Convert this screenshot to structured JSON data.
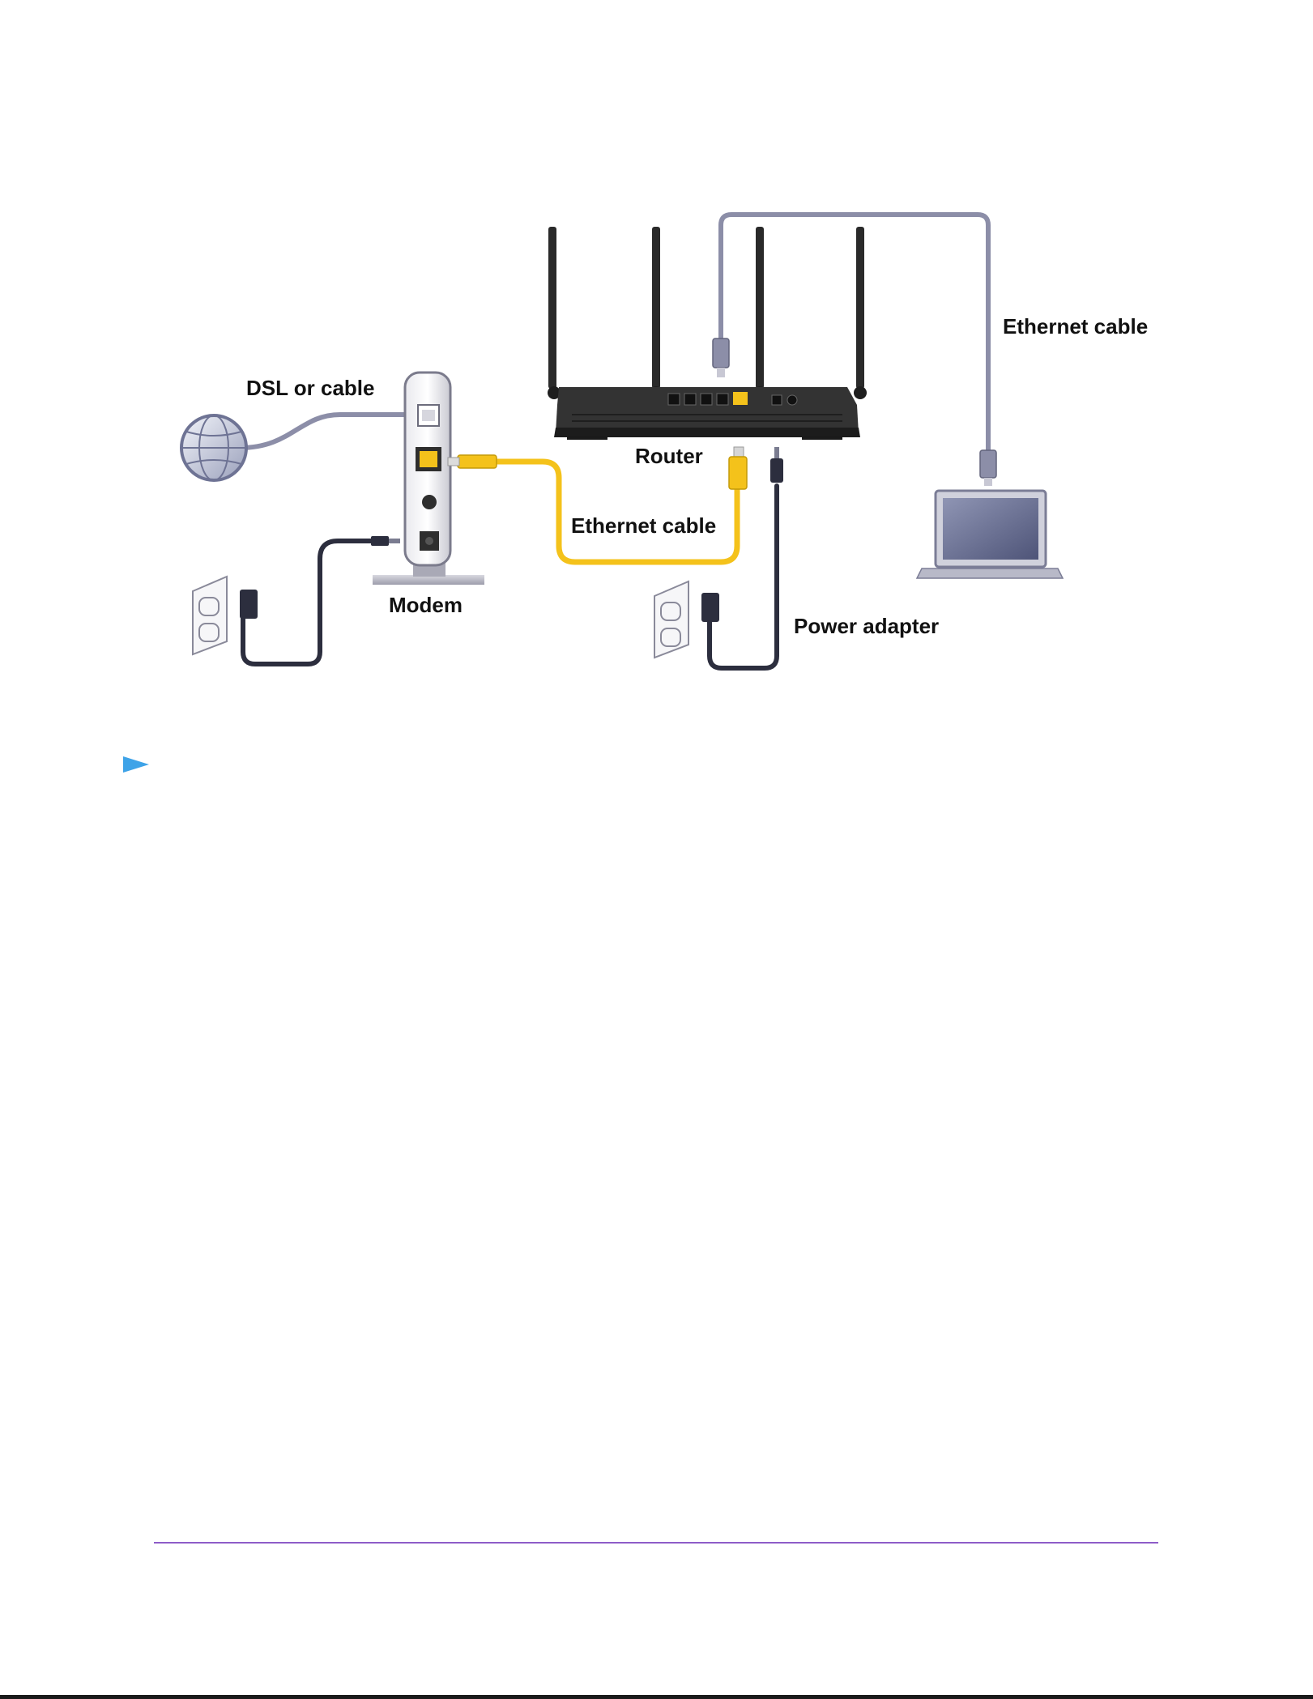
{
  "diagram": {
    "labels": {
      "dsl": "DSL or cable",
      "modem": "Modem",
      "router": "Router",
      "ethernet_top": "Ethernet cable",
      "ethernet_mid": "Ethernet cable",
      "power": "Power adapter"
    },
    "colors": {
      "yellow_cable": "#f4c21b",
      "gray_cable": "#8c8ea8",
      "dark_cable": "#2c2e3e",
      "router_body": "#2b2b2b",
      "accent_rule": "#8e5cc8",
      "bullet": "#3ea3e8"
    }
  }
}
